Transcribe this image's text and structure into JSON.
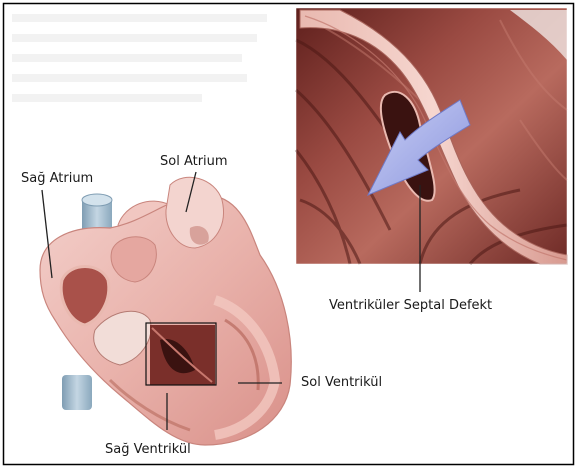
{
  "labels": {
    "sag_atrium": "Sağ Atrium",
    "sol_atrium": "Sol Atrium",
    "septal_defekt": "Ventriküler Septal Defekt",
    "sol_ventrikul": "Sol Ventrikül",
    "sag_ventrikul": "Sağ Ventrikül"
  },
  "colors": {
    "border": "#000000",
    "heart_tissue": "#e8b2ad",
    "muscle": "#8c3b34",
    "vein": "#9fb7c8",
    "arrow": "#9aa4e6",
    "leader_line": "#222222"
  }
}
